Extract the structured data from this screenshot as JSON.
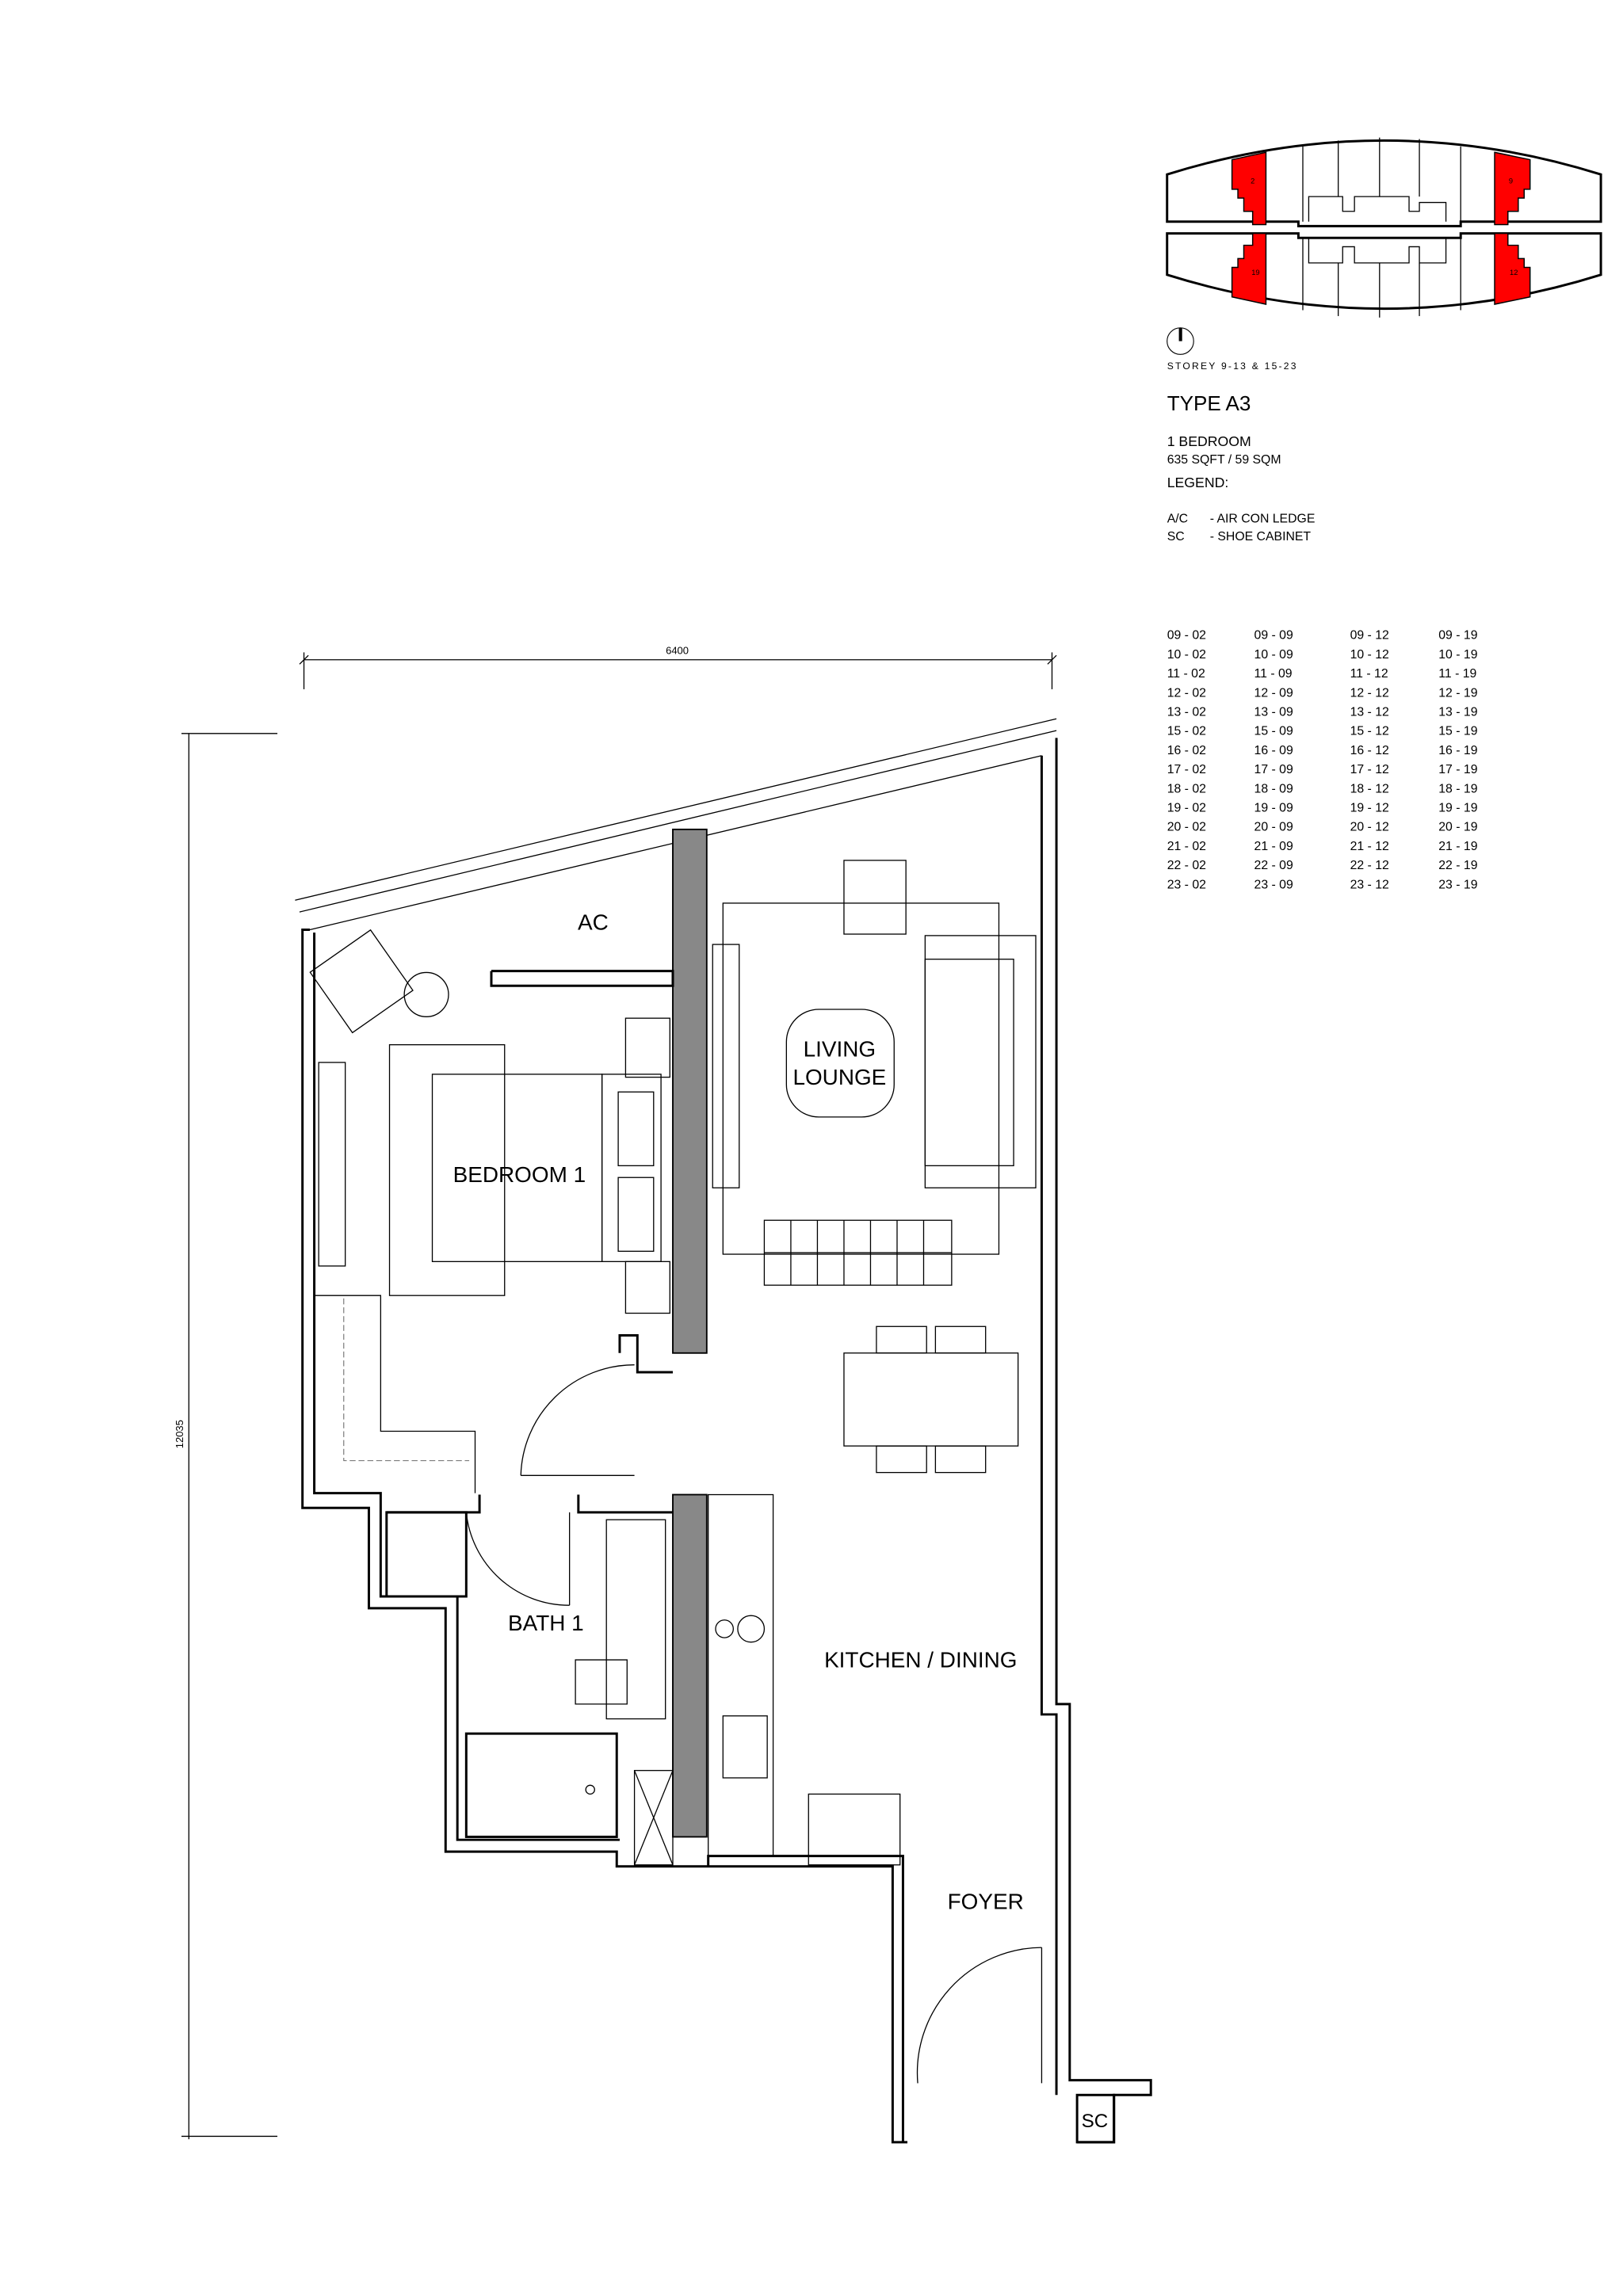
{
  "keyplan": {
    "highlight_color": "#ff0000",
    "units": [
      "2",
      "9",
      "19",
      "12"
    ],
    "north_icon": "north-arrow-icon",
    "storey": "STOREY 9-13 & 15-23"
  },
  "info": {
    "type": "TYPE A3",
    "bedrooms": "1 BEDROOM",
    "area": "635 SQFT / 59 SQM",
    "legend_title": "LEGEND:",
    "legend": [
      {
        "code": "A/C",
        "desc": "- AIR CON LEDGE"
      },
      {
        "code": "SC",
        "desc": "- SHOE CABINET"
      }
    ]
  },
  "units_table": [
    [
      "09 - 02",
      "09 - 09",
      "09 - 12",
      "09 - 19"
    ],
    [
      "10 - 02",
      "10 - 09",
      "10 - 12",
      "10 - 19"
    ],
    [
      "11 - 02",
      "11 - 09",
      "11 - 12",
      "11 - 19"
    ],
    [
      "12 - 02",
      "12 - 09",
      "12 - 12",
      "12 - 19"
    ],
    [
      "13 - 02",
      "13 - 09",
      "13 - 12",
      "13 - 19"
    ],
    [
      "15 - 02",
      "15 - 09",
      "15 - 12",
      "15 - 19"
    ],
    [
      "16 - 02",
      "16 - 09",
      "16 - 12",
      "16 - 19"
    ],
    [
      "17 - 02",
      "17 - 09",
      "17 - 12",
      "17 - 19"
    ],
    [
      "18 - 02",
      "18 - 09",
      "18 - 12",
      "18 - 19"
    ],
    [
      "19 - 02",
      "19 - 09",
      "19 - 12",
      "19 - 19"
    ],
    [
      "20 - 02",
      "20 - 09",
      "20 - 12",
      "20 - 19"
    ],
    [
      "21 - 02",
      "21 - 09",
      "21 - 12",
      "21 - 19"
    ],
    [
      "22 - 02",
      "22 - 09",
      "22 - 12",
      "22 - 19"
    ],
    [
      "23 - 02",
      "23 - 09",
      "23 - 12",
      "23 - 19"
    ]
  ],
  "plan": {
    "dim_width": "6400",
    "dim_height": "12035",
    "rooms": {
      "ac": "AC",
      "living1": "LIVING",
      "living2": "LOUNGE",
      "bedroom": "BEDROOM 1",
      "bath": "BATH 1",
      "kitchen": "KITCHEN / DINING",
      "foyer": "FOYER",
      "sc": "SC"
    }
  }
}
